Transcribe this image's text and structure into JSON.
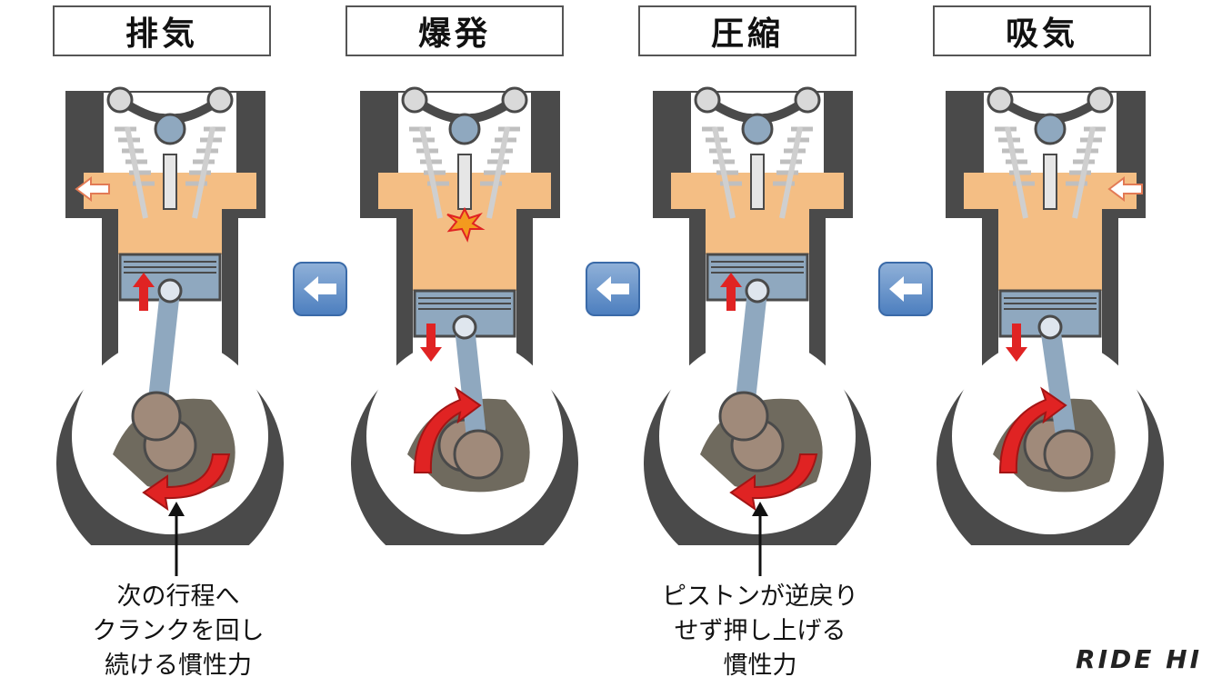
{
  "strokes": [
    {
      "label": "排気",
      "piston": "up"
    },
    {
      "label": "爆発",
      "piston": "down"
    },
    {
      "label": "圧縮",
      "piston": "up"
    },
    {
      "label": "吸気",
      "piston": "down"
    }
  ],
  "captions": [
    "次の行程へ\nクランクを回し\n続ける慣性力",
    "ピストンが逆戻り\nせず押し上げる\n慣性力"
  ],
  "brand": "RIDE HI",
  "colors": {
    "block": "#4a4a4a",
    "chamber": "#f4be84",
    "metal": "#8fa8bf",
    "crank": "#a08a7a",
    "arrow": "#e02323",
    "nav": "#4d7fbf"
  }
}
